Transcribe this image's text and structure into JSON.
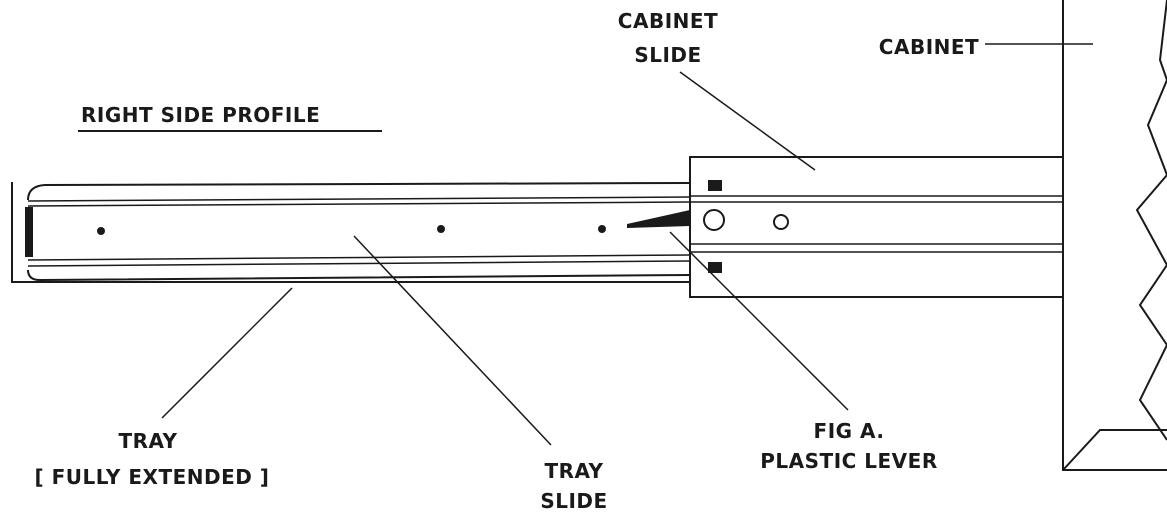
{
  "title": "RIGHT SIDE PROFILE",
  "labels": {
    "cabinet_slide_1": "CABINET",
    "cabinet_slide_2": "SLIDE",
    "cabinet": "CABINET",
    "tray_1": "TRAY",
    "tray_2": "[ FULLY  EXTENDED ]",
    "tray_slide_1": "TRAY",
    "tray_slide_2": "SLIDE",
    "fig_1": "FIG  A.",
    "fig_2": "PLASTIC LEVER"
  },
  "colors": {
    "ink": "#1a1a1a",
    "paper": "#ffffff"
  }
}
